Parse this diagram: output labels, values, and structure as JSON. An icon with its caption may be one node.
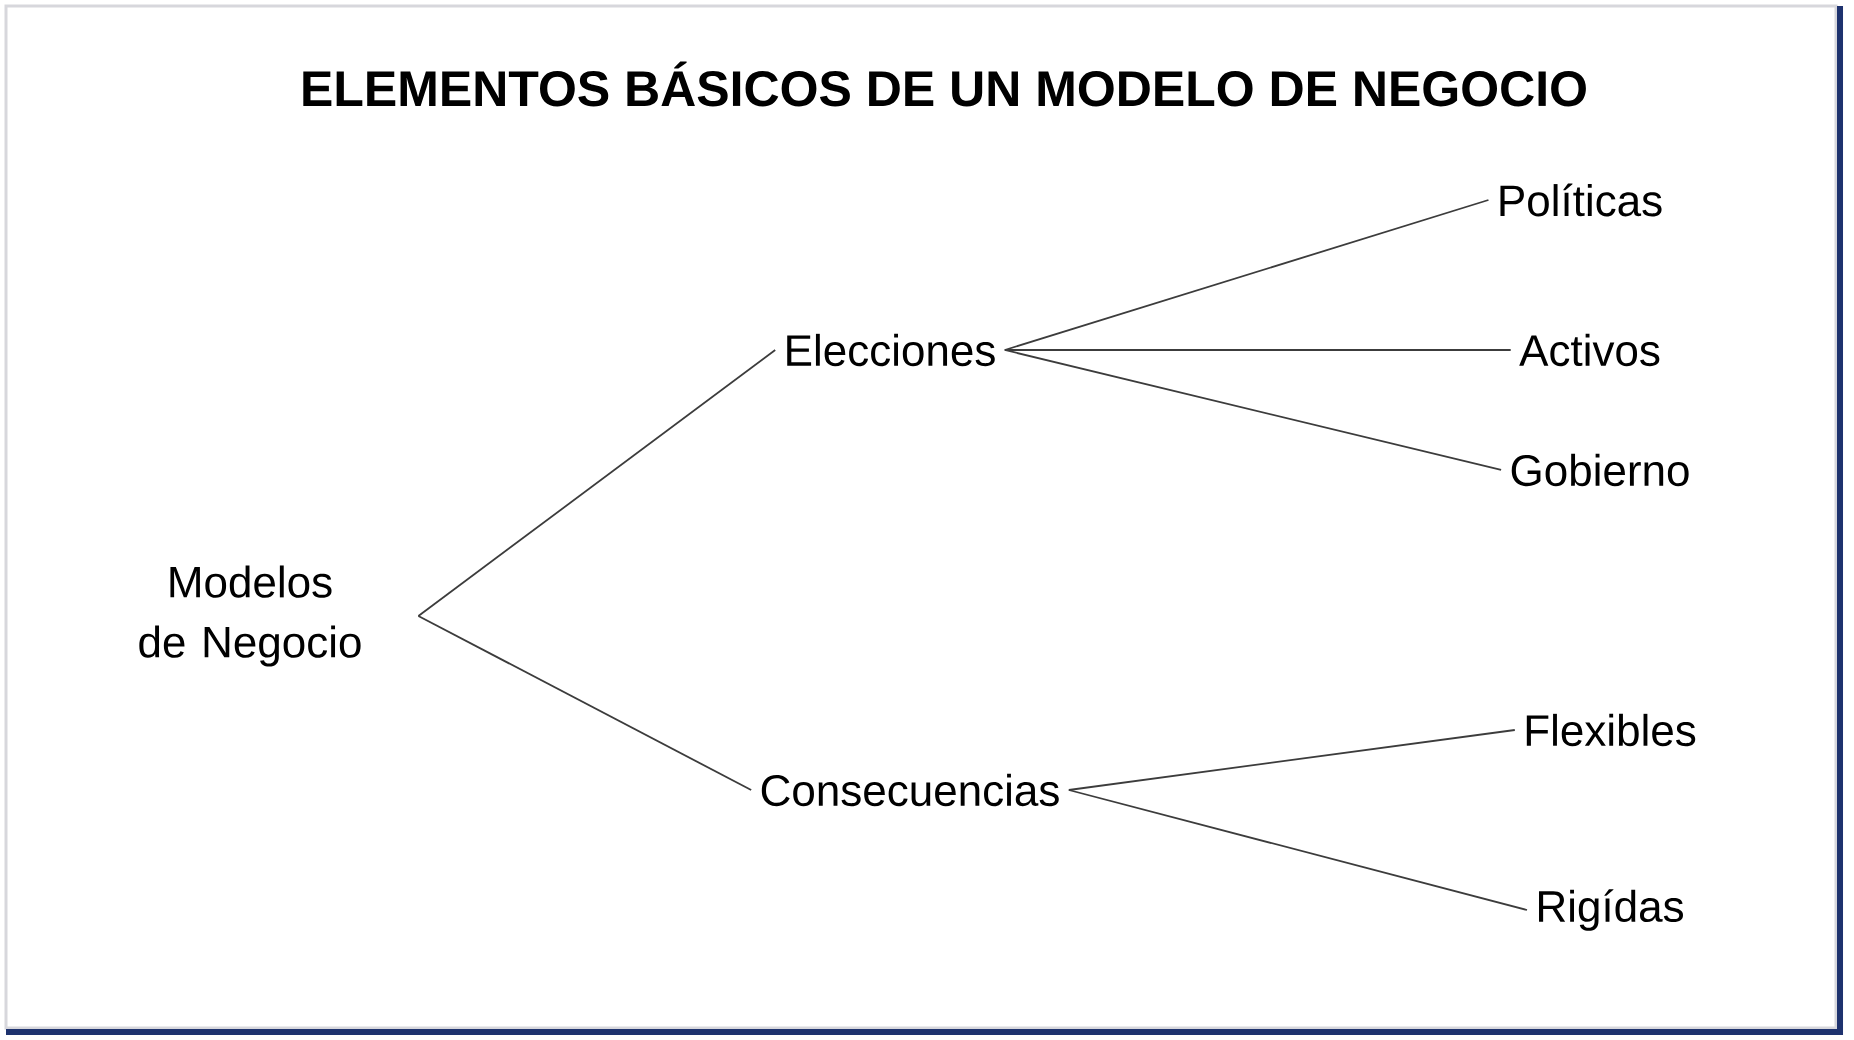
{
  "diagram": {
    "title": "ELEMENTOS BÁSICOS DE UN MODELO DE NEGOCIO",
    "nodes": [
      {
        "text": [
          "Modelos de Negocio"
        ]
      },
      {
        "text": [
          "Elecciones"
        ]
      },
      {
        "text": [
          "Consecuencias"
        ]
      },
      {
        "text": [
          "Políticas"
        ]
      },
      {
        "text": [
          "Activos"
        ]
      },
      {
        "text": [
          "Gobierno"
        ]
      },
      {
        "text": [
          "Flexibles"
        ]
      },
      {
        "text": [
          "Rigídas"
        ]
      }
    ],
    "edges": [
      {
        "from": 0,
        "to": 1,
        "arrow": "none"
      },
      {
        "from": 0,
        "to": 2,
        "arrow": "none"
      },
      {
        "from": 1,
        "to": 3,
        "arrow": "none"
      },
      {
        "from": 1,
        "to": 4,
        "arrow": "none"
      },
      {
        "from": 1,
        "to": 5,
        "arrow": "none"
      },
      {
        "from": 2,
        "to": 6,
        "arrow": "none"
      },
      {
        "from": 2,
        "to": 7,
        "arrow": "none"
      }
    ]
  }
}
